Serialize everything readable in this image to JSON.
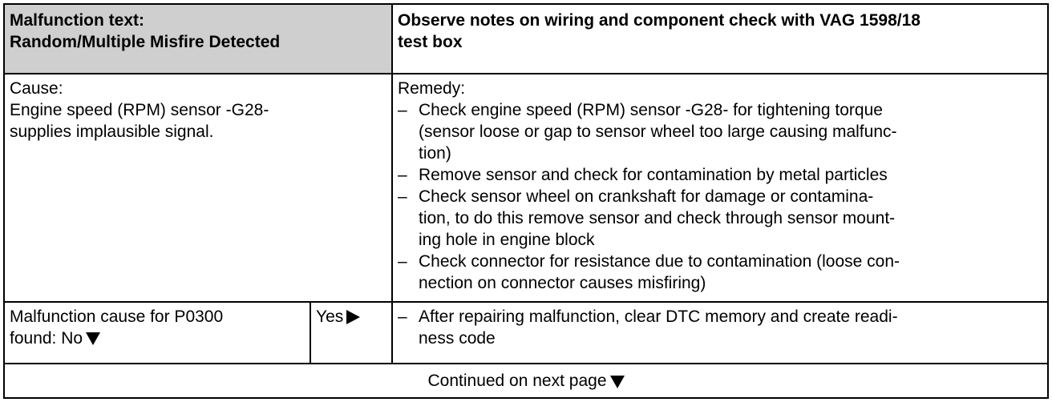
{
  "header": {
    "malfunction_label": "Malfunction text:",
    "malfunction_text": "Random/Multiple Misfire Detected",
    "notes_line1": "Observe notes on wiring and component check with VAG 1598/18",
    "notes_line2": "test box"
  },
  "cause": {
    "label": "Cause:",
    "lines": [
      "Engine speed (RPM) sensor -G28-",
      "supplies implausible signal."
    ]
  },
  "remedy": {
    "label": "Remedy:",
    "items": [
      {
        "lines": [
          "Check engine speed (RPM) sensor -G28- for tightening torque",
          "(sensor loose or gap to sensor wheel too large causing malfunc-",
          "tion)"
        ]
      },
      {
        "lines": [
          "Remove sensor and check for contamination by metal particles"
        ]
      },
      {
        "lines": [
          "Check sensor wheel on crankshaft for damage or contamina-",
          "tion, to do this remove sensor and check through sensor mount-",
          "ing hole in engine block"
        ]
      },
      {
        "lines": [
          "Check connector for resistance due to contamination (loose con-",
          "nection on connector causes misfiring)"
        ]
      }
    ]
  },
  "malfunction_cause": {
    "line1": "Malfunction cause for P0300",
    "line2": "found: No",
    "yes_label": "Yes",
    "action_lines": [
      "After repairing malfunction, clear DTC memory and create readi-",
      "ness code"
    ]
  },
  "footer": {
    "continued": "Continued on next page"
  },
  "icons": {
    "down": "triangle-down-icon",
    "right": "triangle-right-icon"
  },
  "colors": {
    "header_fill": "#cfcfcf",
    "border": "#000000"
  }
}
